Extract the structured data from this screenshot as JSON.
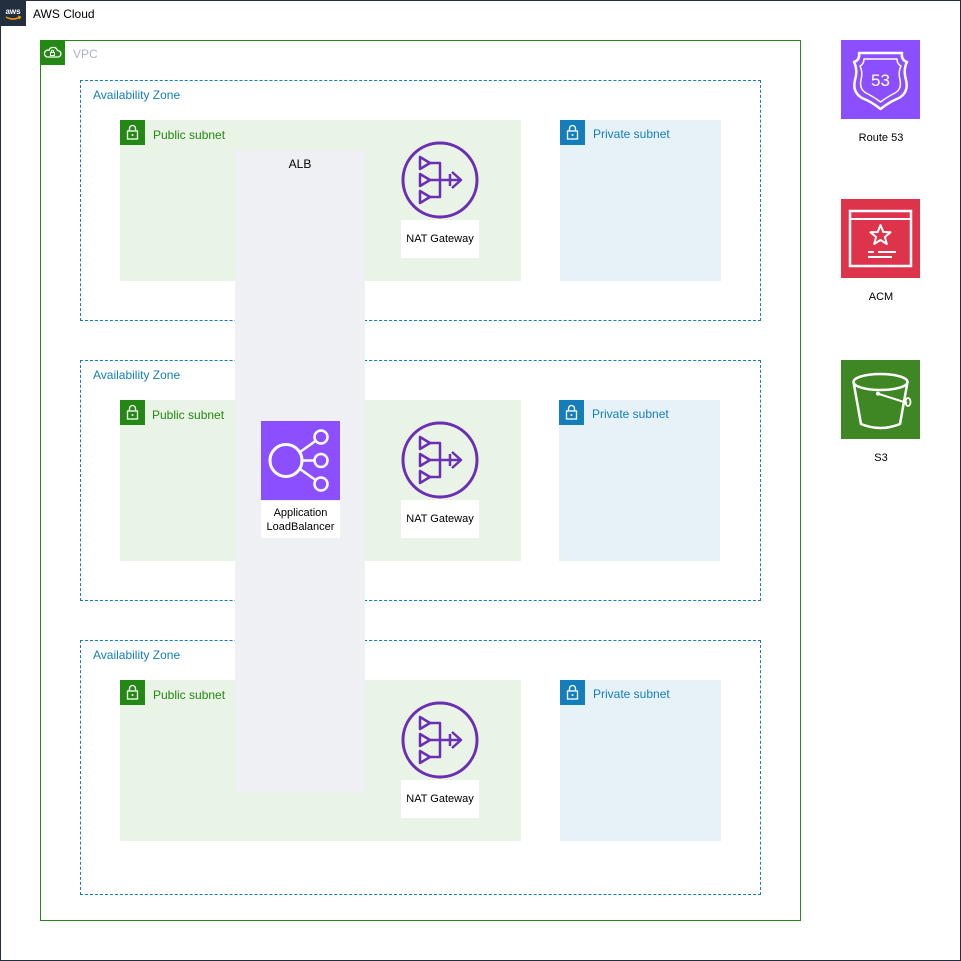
{
  "cloud": {
    "title": "AWS Cloud",
    "border_color": "#232f3e"
  },
  "vpc": {
    "title": "VPC",
    "color": "#248814"
  },
  "availability_zones": [
    {
      "title": "Availability Zone",
      "public_subnet": "Public subnet",
      "private_subnet": "Private subnet",
      "nat_gateway": "NAT Gateway"
    },
    {
      "title": "Availability Zone",
      "public_subnet": "Public subnet",
      "private_subnet": "Private subnet",
      "nat_gateway": "NAT Gateway"
    },
    {
      "title": "Availability Zone",
      "public_subnet": "Public subnet",
      "private_subnet": "Private subnet",
      "nat_gateway": "NAT Gateway"
    }
  ],
  "alb": {
    "group_title": "ALB",
    "service_label_line1": "Application",
    "service_label_line2": "LoadBalancer",
    "icon": "application-load-balancer-icon",
    "color": "#8c4fff"
  },
  "services": [
    {
      "label": "Route 53",
      "icon": "route53-icon",
      "color": "#8c4fff"
    },
    {
      "label": "ACM",
      "icon": "acm-icon",
      "color": "#dd344c"
    },
    {
      "label": "S3",
      "icon": "s3-bucket-icon",
      "color": "#3f8624"
    }
  ],
  "colors": {
    "az_border": "#147eba",
    "public_fill": "#e9f3e6",
    "private_fill": "#e6f2f8",
    "nat_icon": "#6b2fb3"
  }
}
